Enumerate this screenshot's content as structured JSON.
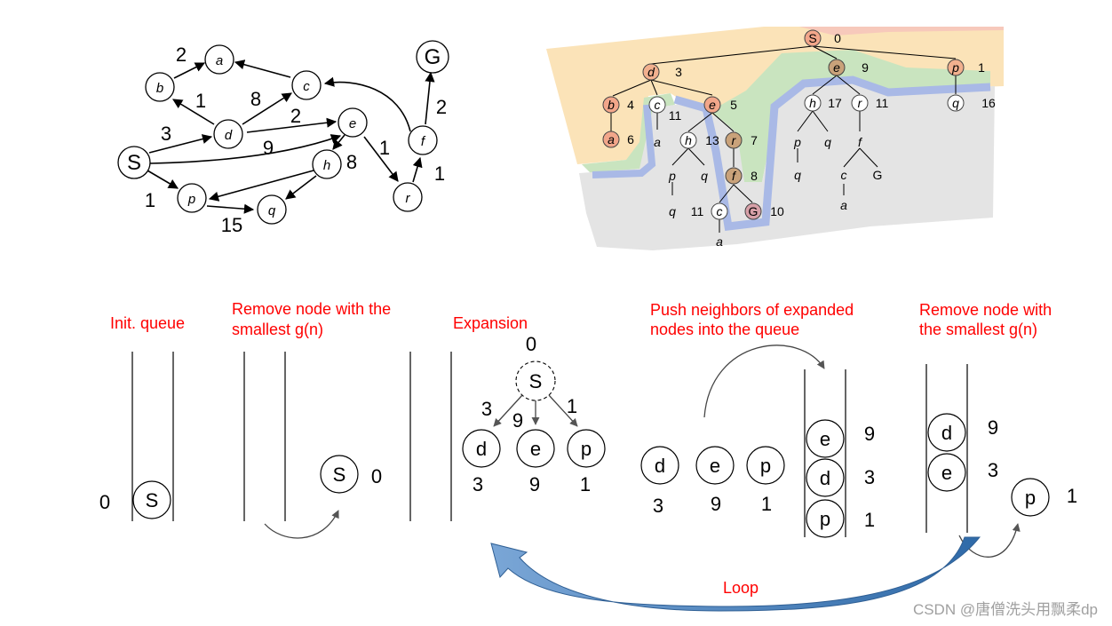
{
  "graph": {
    "nodes": {
      "S": "S",
      "G": "G",
      "a": "a",
      "b": "b",
      "c": "c",
      "d": "d",
      "e": "e",
      "f": "f",
      "h": "h",
      "p": "p",
      "q": "q",
      "r": "r"
    },
    "edge_costs": {
      "b_a": "2",
      "d_b": "1",
      "d_c": "8",
      "S_d": "3",
      "d_e": "2",
      "S_e": "9",
      "e_h": "8",
      "e_r": "1",
      "f_G": "2",
      "r_f": "1",
      "S_p": "1",
      "p_q": "15"
    }
  },
  "tree": {
    "S": "S",
    "S_cost": "0",
    "d": "d",
    "d_cost": "3",
    "e1": "e",
    "e1_cost": "9",
    "p1": "p",
    "p1_cost": "1",
    "b": "b",
    "b_cost": "4",
    "c1": "c",
    "c1_cost": "11",
    "e2": "e",
    "e2_cost": "5",
    "a1": "a",
    "a1_cost": "6",
    "a2": "a",
    "h1": "h",
    "h1_cost": "13",
    "r1": "r",
    "r1_cost": "7",
    "f1": "f",
    "f1_cost": "8",
    "G1": "G",
    "G1_cost": "10",
    "p2": "p",
    "q1": "q",
    "q2": "q",
    "q2_cost": "11",
    "c2": "c",
    "a3": "a",
    "h2": "h",
    "h2_cost": "17",
    "r2": "r",
    "r2_cost": "11",
    "p3": "p",
    "q3": "q",
    "f2": "f",
    "q4": "q",
    "c3": "c",
    "G2": "G",
    "a4": "a",
    "q5": "q",
    "q5_cost": "16"
  },
  "steps": {
    "init_label": "Init. queue",
    "remove1_label_l1": "Remove node with the",
    "remove1_label_l2": "smallest g(n)",
    "expansion_label": "Expansion",
    "push_label_l1": "Push neighbors of expanded",
    "push_label_l2": "nodes into the queue",
    "remove2_label_l1": "Remove node with",
    "remove2_label_l2": "the smallest g(n)",
    "loop_label": "Loop"
  },
  "queue_init": {
    "node": "S",
    "cost": "0"
  },
  "removed1": {
    "node": "S",
    "cost": "0"
  },
  "expansion": {
    "root": "S",
    "root_cost": "0",
    "edge_d": "3",
    "edge_e": "9",
    "edge_p": "1",
    "children": [
      {
        "node": "d",
        "cost": "3"
      },
      {
        "node": "e",
        "cost": "9"
      },
      {
        "node": "p",
        "cost": "1"
      }
    ]
  },
  "neighbors": [
    {
      "node": "d",
      "cost": "3"
    },
    {
      "node": "e",
      "cost": "9"
    },
    {
      "node": "p",
      "cost": "1"
    }
  ],
  "queue_pushed": [
    {
      "node": "e",
      "cost": "9"
    },
    {
      "node": "d",
      "cost": "3"
    },
    {
      "node": "p",
      "cost": "1"
    }
  ],
  "queue_after": [
    {
      "node": "d",
      "cost": "9"
    },
    {
      "node": "e",
      "cost": "3"
    }
  ],
  "removed2": {
    "node": "p",
    "cost": "1"
  },
  "watermark": "CSDN @唐僧洗头用飘柔dp",
  "colors": {
    "accent_red": "#ff0000",
    "loop_arrow": "#3d76b3",
    "orange_region": "#fbe3b8",
    "green_region": "#c9e4bf",
    "blue_path": "#a9b9e6",
    "gray_region": "#e4e4e4"
  }
}
